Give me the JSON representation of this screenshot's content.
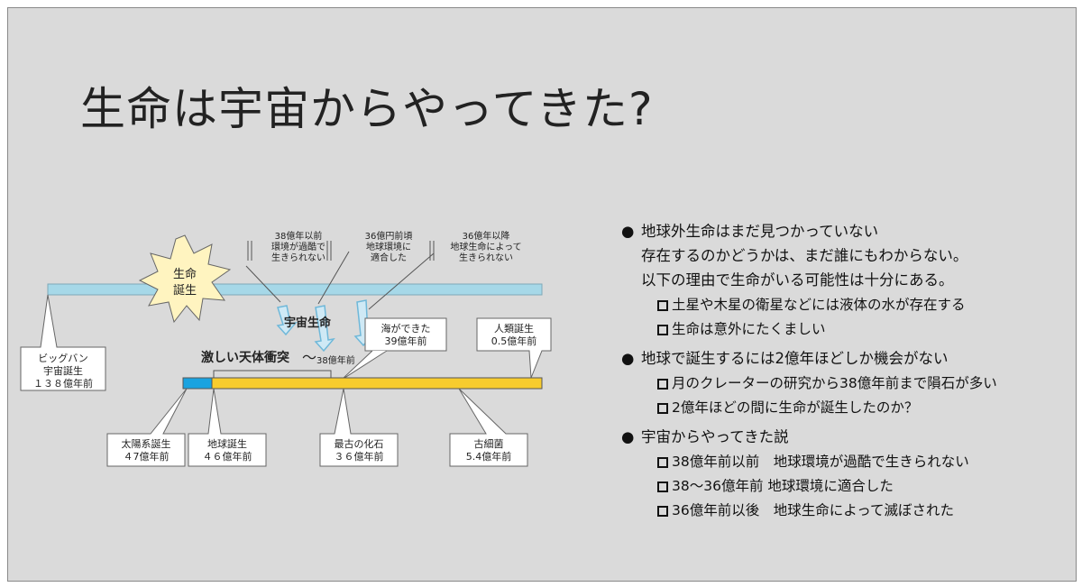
{
  "title": "生命は宇宙からやってきた?",
  "diagram": {
    "starburst": [
      "生命",
      "誕生"
    ],
    "annotation_38_before": [
      "38億年以前",
      "環境が過酷で",
      "生きられない"
    ],
    "annotation_36": [
      "36億円前頃",
      "地球環境に",
      "適合した"
    ],
    "annotation_36_after": [
      "36億年以降",
      "地球生命によって",
      "生きられない"
    ],
    "space_life_label": "宇宙生命",
    "bombardment_label": "激しい天体衝突",
    "bombardment_tilde": "〜",
    "bombardment_time": "38億年前",
    "ocean_label": [
      "海ができた",
      "39億年前"
    ],
    "human_label": [
      "人類誕生",
      "0.5億年前"
    ],
    "bigbang_label": [
      "ビッグバン",
      "宇宙誕生",
      "１３８億年前"
    ],
    "solar_label": [
      "太陽系誕生",
      "４7億年前"
    ],
    "earth_label": [
      "地球誕生",
      "４６億年前"
    ],
    "fossil_label": [
      "最古の化石",
      "３６億年前"
    ],
    "archaea_label": [
      "古細菌",
      "5.4億年前"
    ],
    "colors": {
      "universe_bar": "#a6d8e8",
      "solar_bar": "#1aa3e0",
      "earth_bar": "#f7cc2e",
      "arrow_fill": "#cfe9f5",
      "arrow_stroke": "#6fb8d9",
      "star_fill": "#fff4c0"
    }
  },
  "bullets": {
    "section1": {
      "lines": [
        "地球外生命はまだ見つかっていない",
        "存在するのかどうかは、まだ誰にもわからない。",
        "以下の理由で生命がいる可能性は十分にある。"
      ],
      "subs": [
        "土星や木星の衛星などには液体の水が存在する",
        "生命は意外にたくましい"
      ]
    },
    "section2": {
      "lines": [
        "地球で誕生するには2億年ほどしか機会がない"
      ],
      "subs": [
        "月のクレーターの研究から38億年前まで隕石が多い",
        "2億年ほどの間に生命が誕生したのか？"
      ]
    },
    "section3": {
      "lines": [
        "宇宙からやってきた説"
      ],
      "subs": [
        "38億年前以前　地球環境が過酷で生きられない",
        "38〜36億年前 地球環境に適合した",
        "36億年前以後　地球生命によって滅ぼされた"
      ]
    }
  }
}
